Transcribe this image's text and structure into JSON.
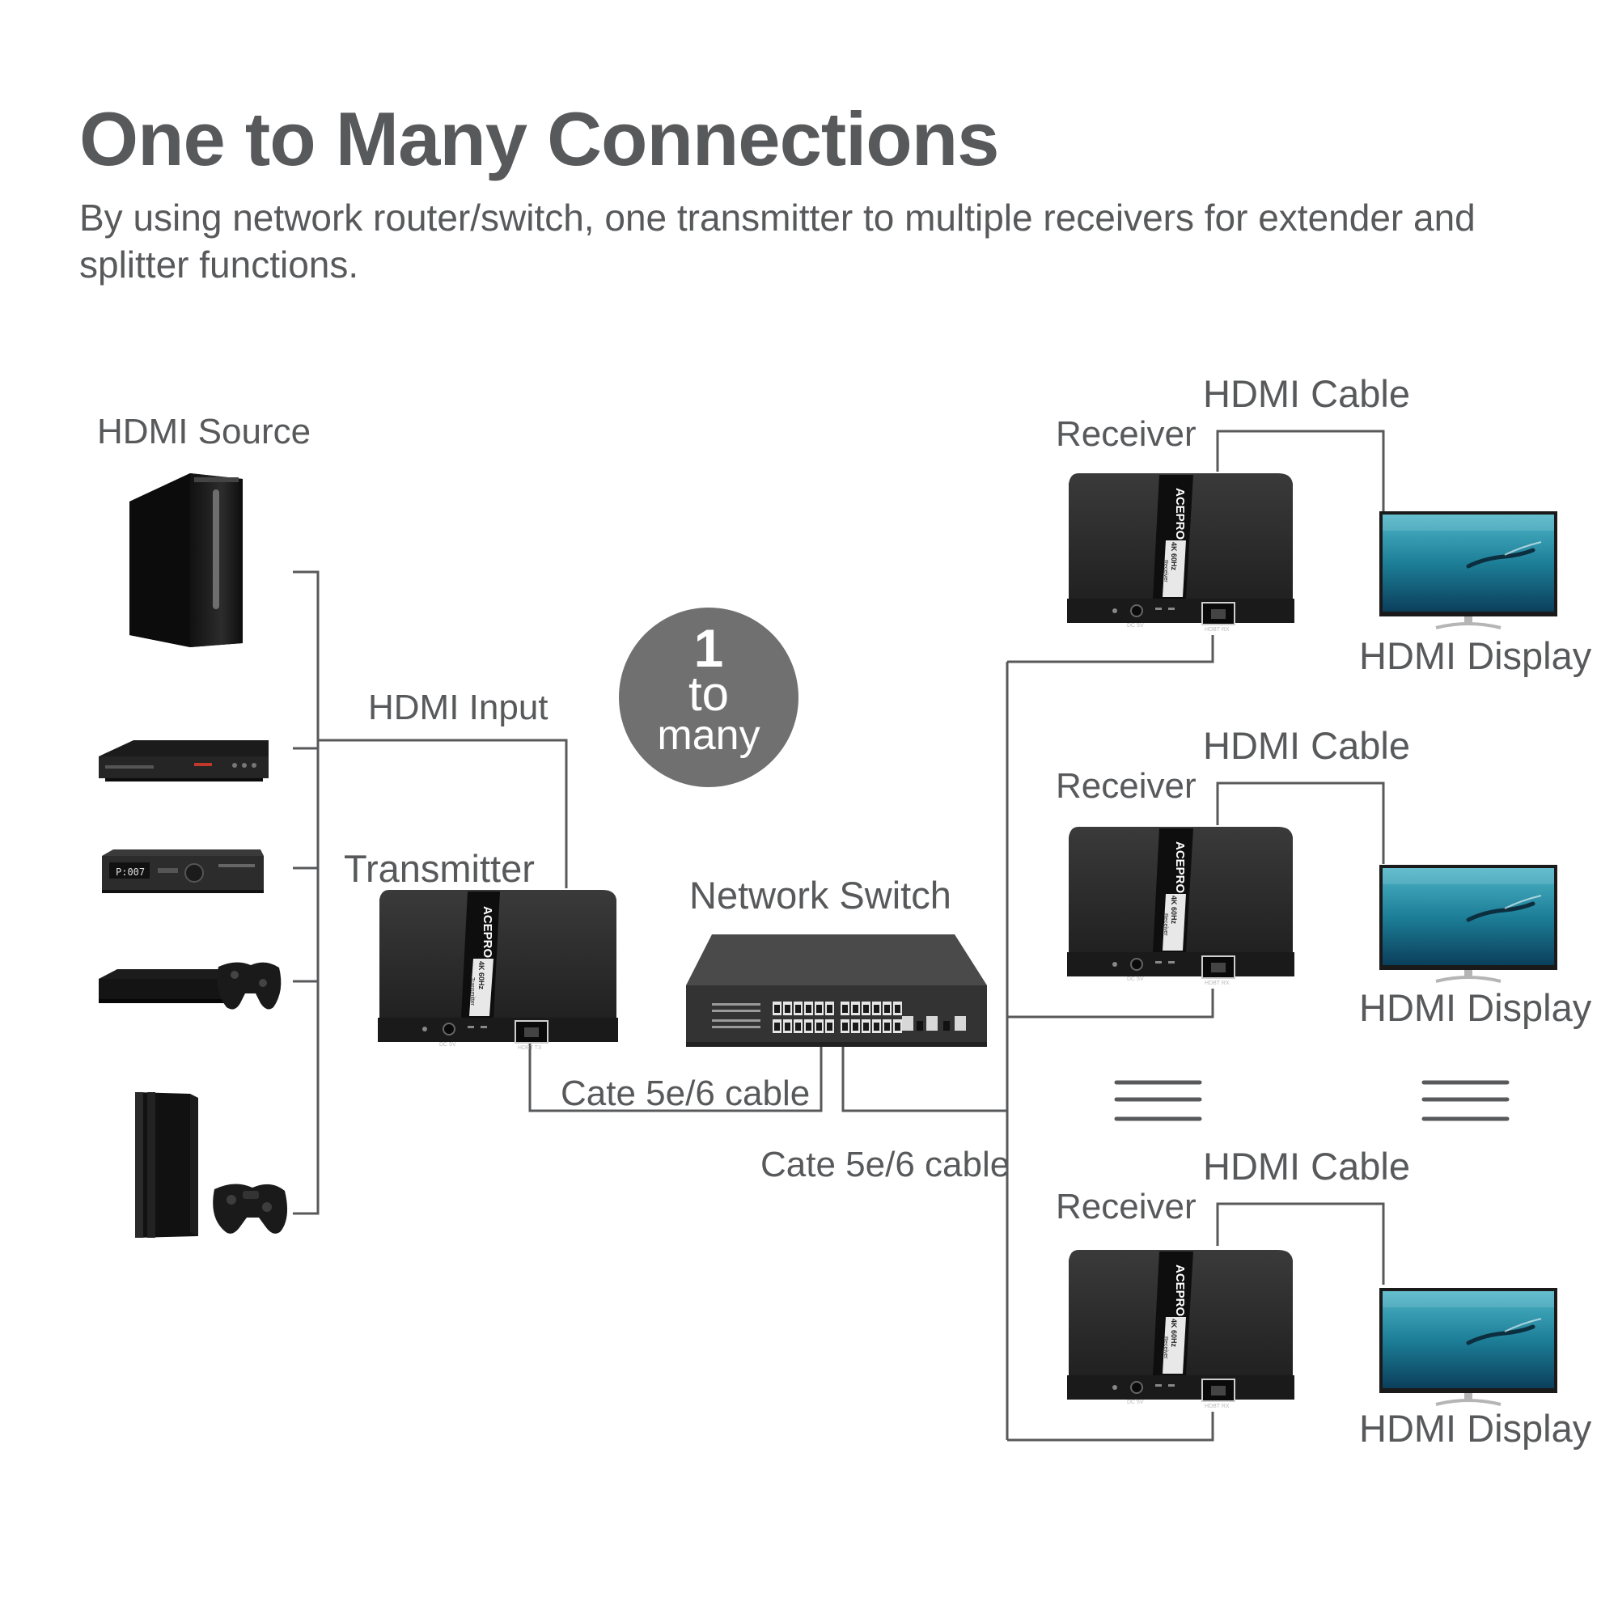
{
  "title": "One to Many Connections",
  "subtitle": "By using network router/switch, one transmitter to multiple receivers for extender and splitter functions.",
  "labels": {
    "hdmi_source": "HDMI Source",
    "hdmi_input": "HDMI Input",
    "transmitter": "Transmitter",
    "network_switch": "Network Switch",
    "cable_tx": "Cate 5e/6 cable",
    "cable_rx": "Cate 5e/6 cable",
    "receiver": "Receiver",
    "hdmi_cable": "HDMI Cable",
    "hdmi_display": "HDMI Display"
  },
  "badge": {
    "line1": "1",
    "line2": "to",
    "line3": "many"
  },
  "device_text": {
    "brand": "ACEPRO",
    "model": "4K 60Hz",
    "tx_name": "Transmitter",
    "rx_name": "Receiver",
    "dc": "DC 5V",
    "tx_port": "HDBT TX",
    "rx_port": "HDBT RX",
    "dvr_display": "P:007"
  },
  "colors": {
    "text": "#58595b",
    "line": "#58595b",
    "badge": "#707070",
    "device_dark": "#2b2b2b"
  }
}
